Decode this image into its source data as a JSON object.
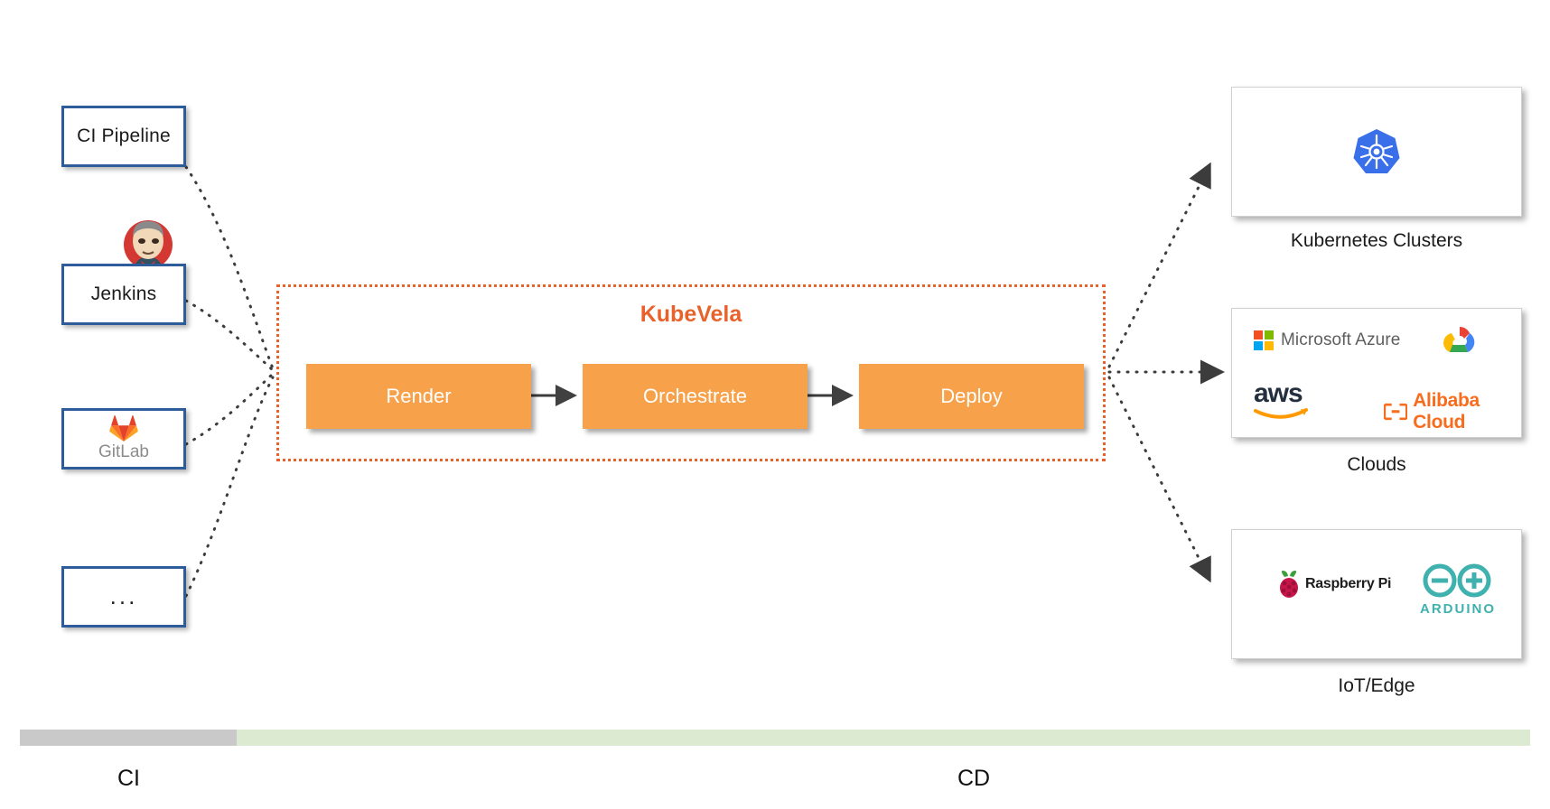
{
  "diagram": {
    "title": "KubeVela CI/CD pipeline diagram",
    "accent_orange": "#E8622B",
    "stage_fill": "#F7A24B",
    "source_border": "#2E5C9A",
    "ci_bar_color": "#C9C9C9",
    "cd_bar_color": "#DDEAD2"
  },
  "sources": [
    {
      "id": "ci-pipeline",
      "label": "CI Pipeline",
      "icon": "none"
    },
    {
      "id": "jenkins",
      "label": "Jenkins",
      "icon": "jenkins-butler-icon"
    },
    {
      "id": "gitlab",
      "label": "GitLab",
      "icon": "gitlab-fox-icon"
    },
    {
      "id": "ellipsis",
      "label": "...",
      "icon": "none"
    }
  ],
  "kubevela": {
    "title": "KubeVela",
    "stages": [
      {
        "id": "render",
        "label": "Render"
      },
      {
        "id": "orchestrate",
        "label": "Orchestrate"
      },
      {
        "id": "deploy",
        "label": "Deploy"
      }
    ]
  },
  "targets": [
    {
      "id": "kubernetes-clusters",
      "caption": "Kubernetes Clusters",
      "logos": [
        {
          "name": "kubernetes-helm-icon",
          "text": ""
        }
      ]
    },
    {
      "id": "clouds",
      "caption": "Clouds",
      "logos": [
        {
          "name": "microsoft-azure-icon",
          "text": "Microsoft Azure"
        },
        {
          "name": "google-cloud-icon",
          "text": ""
        },
        {
          "name": "aws-icon",
          "text": "aws"
        },
        {
          "name": "alibaba-cloud-icon",
          "text": "Alibaba Cloud"
        }
      ]
    },
    {
      "id": "iot-edge",
      "caption": "IoT/Edge",
      "logos": [
        {
          "name": "raspberry-pi-icon",
          "text": "Raspberry Pi"
        },
        {
          "name": "arduino-icon",
          "text": "ARDUINO"
        }
      ]
    }
  ],
  "bottom_bar": {
    "ci_label": "CI",
    "cd_label": "CD"
  }
}
